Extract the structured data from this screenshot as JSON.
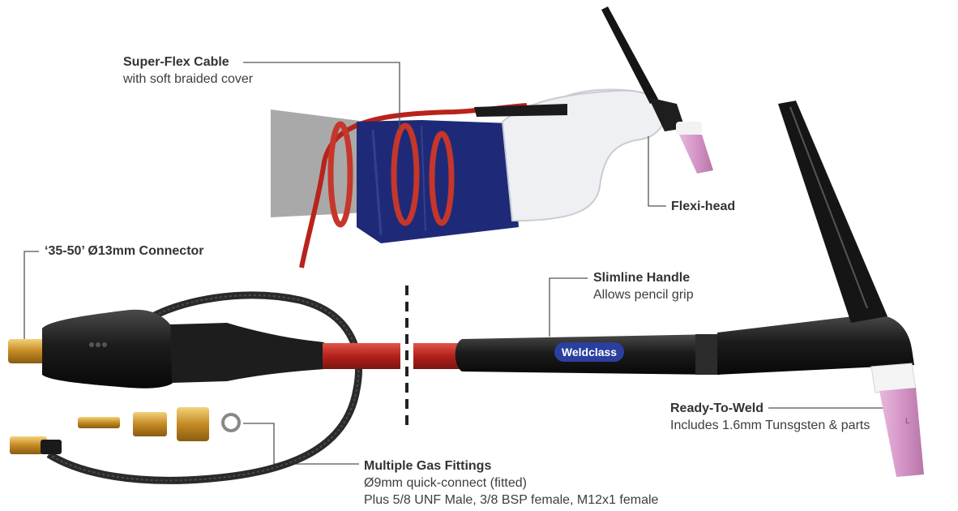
{
  "labels": {
    "superflex": {
      "title": "Super-Flex Cable",
      "sub": "with soft braided cover"
    },
    "flexihead": {
      "title": "Flexi-head"
    },
    "connector": {
      "title": "‘35-50’ Ø13mm Connector"
    },
    "handle": {
      "title": "Slimline Handle",
      "sub": "Allows pencil grip"
    },
    "readytoweld": {
      "title": "Ready-To-Weld",
      "sub": "Includes 1.6mm Tunsgsten & parts"
    },
    "gas": {
      "title": "Multiple Gas Fittings",
      "sub1": "Ø9mm quick-connect (fitted)",
      "sub2": "Plus 5/8 UNF Male, 3/8 BSP female, M12x1 female"
    }
  },
  "brand": {
    "logo_text": "Weldclass"
  },
  "colors": {
    "cable_red": "#b8231b",
    "hose_black": "#1e1e1e",
    "cup_pink": "#d9a0cf",
    "glove_blue": "#1e2a78",
    "brass": "#d8a443",
    "logo_blue": "#2b3f9e"
  }
}
